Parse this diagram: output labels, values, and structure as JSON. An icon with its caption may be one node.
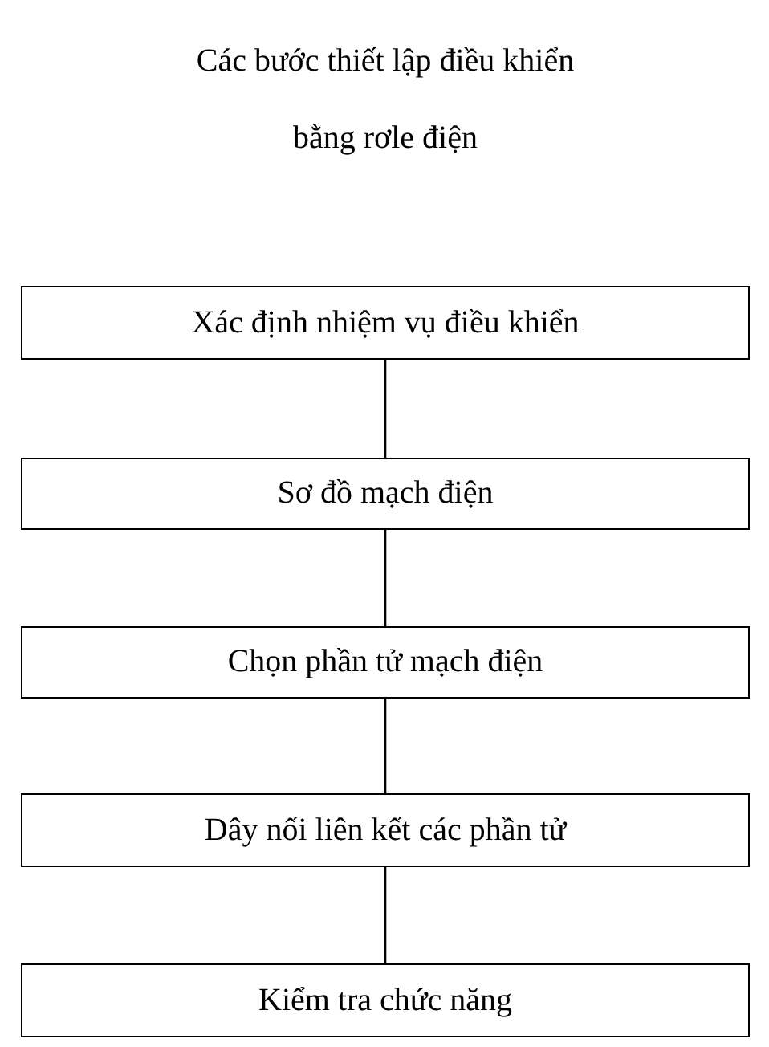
{
  "diagram": {
    "title": "Các bước thiết lập điều khiển bằng rơle điện",
    "nodes": [
      {
        "text": [
          "Xác định nhiệm vụ điều khiển"
        ]
      },
      {
        "text": [
          "Sơ đồ mạch điện"
        ]
      },
      {
        "text": [
          "Chọn phần tử mạch điện"
        ]
      },
      {
        "text": [
          "Dây nối liên kết các phần tử"
        ]
      },
      {
        "text": [
          "Kiểm tra chức năng"
        ]
      }
    ],
    "edges": [
      {
        "from": 0,
        "to": 1,
        "arrow": "none"
      },
      {
        "from": 1,
        "to": 2,
        "arrow": "none"
      },
      {
        "from": 2,
        "to": 3,
        "arrow": "none"
      },
      {
        "from": 3,
        "to": 4,
        "arrow": "none"
      }
    ]
  }
}
